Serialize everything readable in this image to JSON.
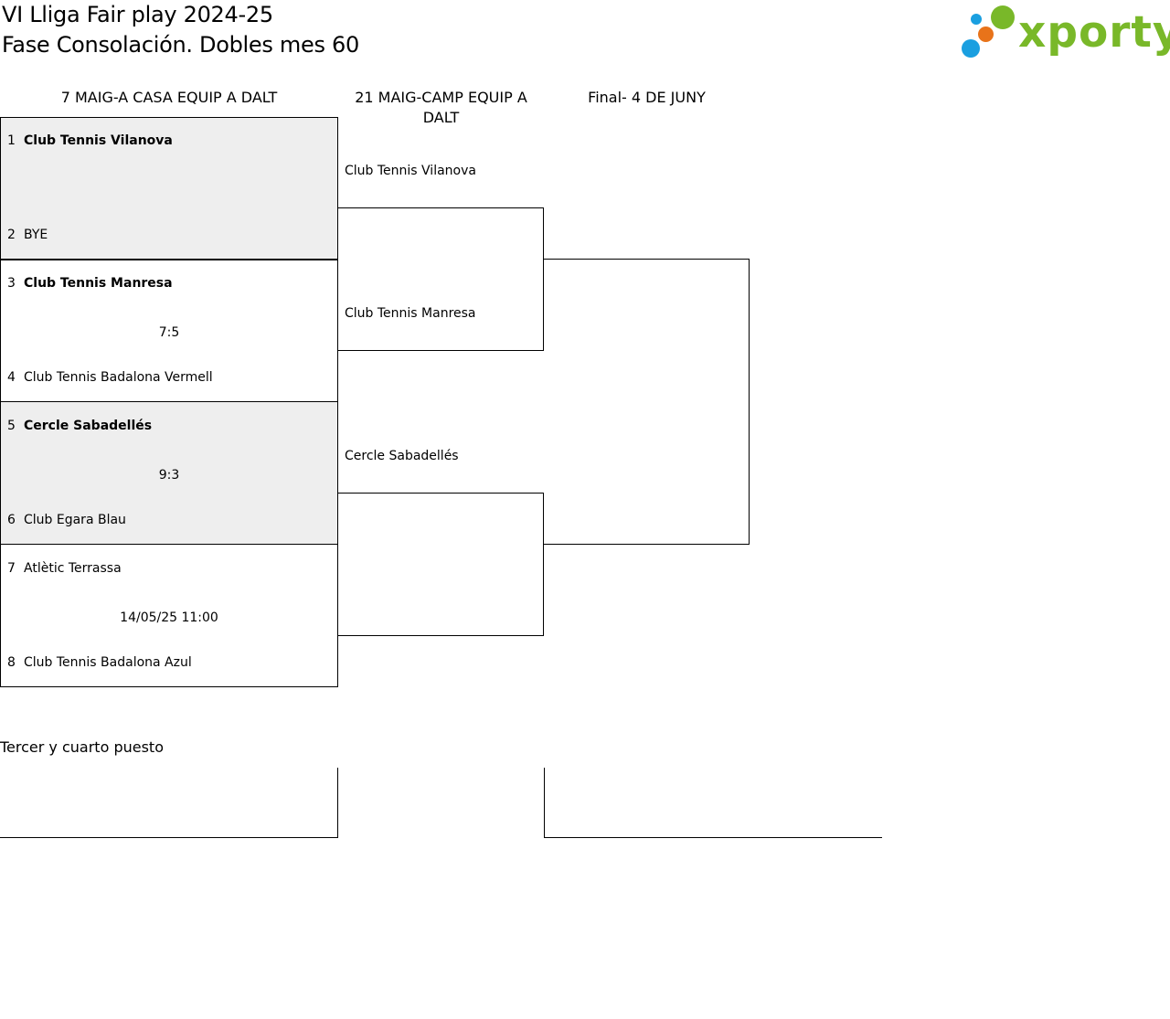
{
  "header": {
    "title_line1": "VI Lliga Fair play 2024-25",
    "title_line2": "Fase Consolación. Dobles mes 60"
  },
  "logo": {
    "text": "xporty",
    "colors": {
      "text": "#79b829",
      "dot_blue": "#1a9fe0",
      "dot_orange": "#e8731a",
      "dot_green": "#79b829"
    }
  },
  "rounds": [
    {
      "label": "7 MAIG-A CASA EQUIP A DALT"
    },
    {
      "label": "21 MAIG-CAMP EQUIP A DALT"
    },
    {
      "label": "Final- 4 DE JUNY"
    }
  ],
  "round1": [
    {
      "shaded": true,
      "top": {
        "seed": "1",
        "name": "Club Tennis Vilanova",
        "winner": true
      },
      "bottom": {
        "seed": "2",
        "name": "BYE",
        "winner": false
      },
      "result": ""
    },
    {
      "shaded": false,
      "top": {
        "seed": "3",
        "name": "Club Tennis Manresa",
        "winner": true
      },
      "bottom": {
        "seed": "4",
        "name": "Club Tennis Badalona Vermell",
        "winner": false
      },
      "result": "7:5"
    },
    {
      "shaded": true,
      "top": {
        "seed": "5",
        "name": "Cercle Sabadellés",
        "winner": true
      },
      "bottom": {
        "seed": "6",
        "name": "Club Egara Blau",
        "winner": false
      },
      "result": "9:3"
    },
    {
      "shaded": false,
      "top": {
        "seed": "7",
        "name": "Atlètic Terrassa",
        "winner": false
      },
      "bottom": {
        "seed": "8",
        "name": "Club Tennis Badalona Azul",
        "winner": false
      },
      "result": "14/05/25 11:00"
    }
  ],
  "round2": [
    {
      "name": "Club Tennis Vilanova"
    },
    {
      "name": "Club Tennis Manresa"
    },
    {
      "name": "Cercle Sabadellés"
    },
    {
      "name": ""
    }
  ],
  "third_place": {
    "label": "Tercer y cuarto puesto"
  }
}
